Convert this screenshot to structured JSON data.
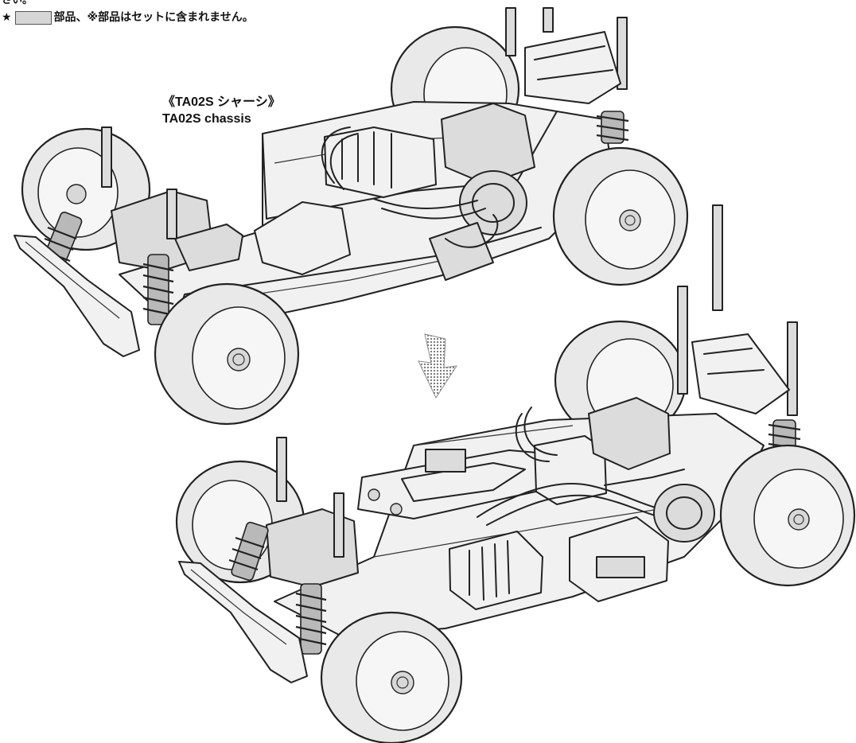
{
  "header": {
    "top_fragment": "さい。",
    "legend_star": "★",
    "legend_text": "部品、※部品はセットに含まれません。"
  },
  "caption": {
    "jp": "《TA02S シャーシ》",
    "en": "TA02S chassis"
  },
  "icons": [
    "star-icon",
    "shaded-part-swatch-icon",
    "down-arrow-icon"
  ],
  "colors": {
    "line": "#222222",
    "shade": "#dcdcdc",
    "arrow": "#8a8a8a"
  }
}
